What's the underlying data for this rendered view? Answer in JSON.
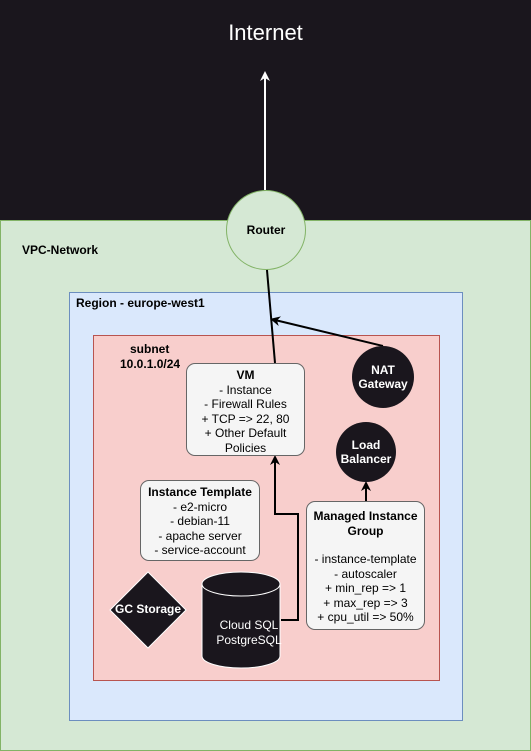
{
  "internet": {
    "title": "Internet"
  },
  "vpc": {
    "label": "VPC-Network"
  },
  "region": {
    "label": "Region - europe-west1"
  },
  "subnet": {
    "name": "subnet",
    "cidr": "10.0.1.0/24"
  },
  "router": {
    "label": "Router"
  },
  "vm": {
    "title": "VM",
    "lines": [
      "- Instance",
      "- Firewall Rules",
      "+ TCP => 22, 80",
      "+ Other Default",
      "Policies"
    ]
  },
  "instance_template": {
    "title": "Instance Template",
    "lines": [
      "- e2-micro",
      "- debian-11",
      "- apache server",
      "- service-account"
    ]
  },
  "managed_instance_group": {
    "title_line1": "Managed Instance",
    "title_line2": "Group",
    "lines": [
      "- instance-template",
      "- autoscaler",
      "+ min_rep => 1",
      "+ max_rep => 3",
      "+ cpu_util => 50%"
    ]
  },
  "nat_gateway": {
    "line1": "NAT",
    "line2": "Gateway"
  },
  "load_balancer": {
    "line1": "Load",
    "line2": "Balancer"
  },
  "gc_storage": {
    "label": "GC Storage"
  },
  "cloud_sql": {
    "line1": "Cloud SQL",
    "line2": "PostgreSQL"
  },
  "colors": {
    "internet_bg": "#1a161d",
    "vpc_fill": "#d5e8d4",
    "region_fill": "#dae8fc",
    "subnet_fill": "#f8cecc",
    "node_fill": "#f5f5f5"
  }
}
